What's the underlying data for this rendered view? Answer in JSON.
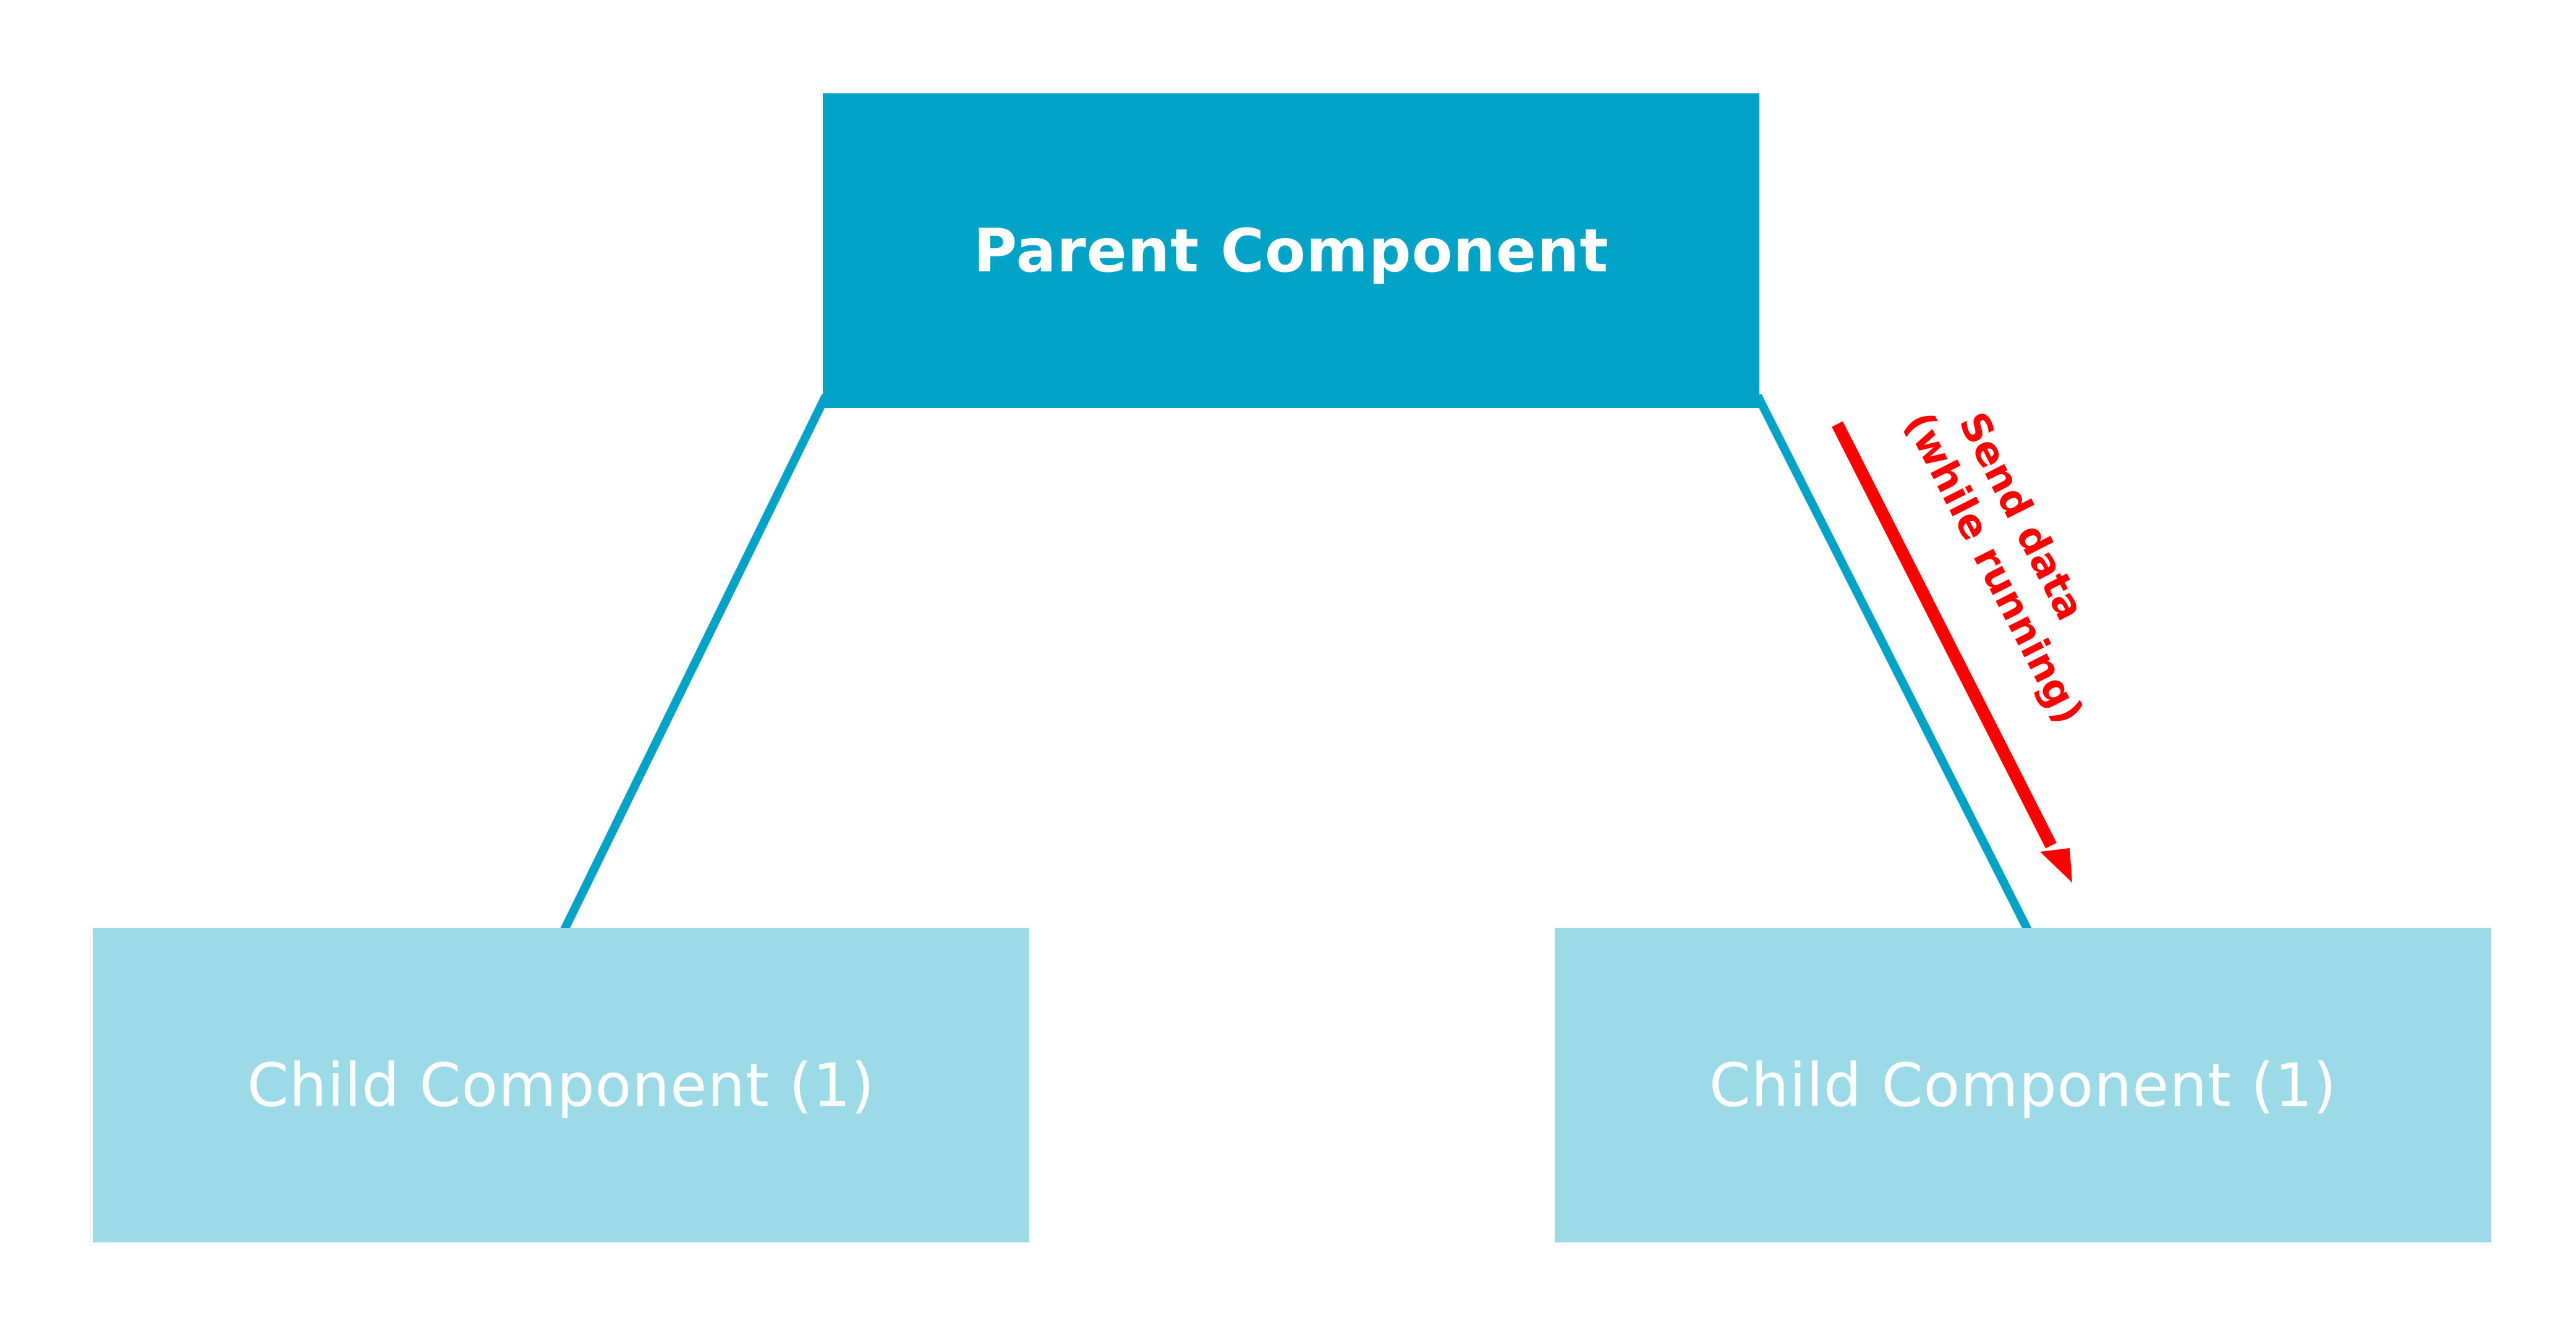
{
  "colors": {
    "parent_fill": "#03a3c7",
    "child_fill": "#9cdae8",
    "connector": "#03a3c7",
    "arrow": "#ff0000",
    "text_light": "#ffffff"
  },
  "parent": {
    "label": "Parent Component"
  },
  "children": [
    {
      "label": "Child Component (1)"
    },
    {
      "label": "Child Component (1)"
    }
  ],
  "arrow": {
    "line1": "Send data",
    "line2": "(while running)"
  }
}
